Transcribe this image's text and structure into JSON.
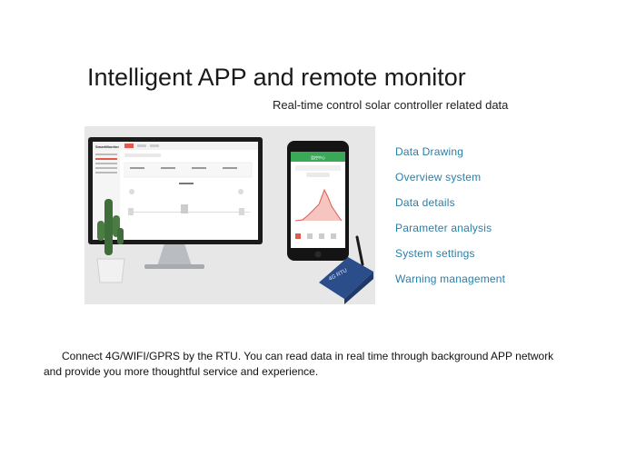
{
  "title": "Intelligent APP and remote monitor",
  "subtitle": "Real-time control solar controller related data",
  "features": [
    "Data  Drawing",
    "Overview  system",
    "Data  details",
    "Parameter  analysis",
    "System  settings",
    "Warning  management"
  ],
  "paragraph": {
    "line1": "Connect 4G/WIFI/GPRS by the RTU. You can read data in real time through background APP network",
    "line2": "and provide you more thoughtful service and experience."
  },
  "screen": {
    "brand": "SmartMonitor",
    "phone_header": "监控中心",
    "device_label": "4G RTU"
  },
  "colors": {
    "feature_text": "#2a7fa8",
    "phone_header": "#3aa957",
    "accent": "#e05a4e"
  }
}
